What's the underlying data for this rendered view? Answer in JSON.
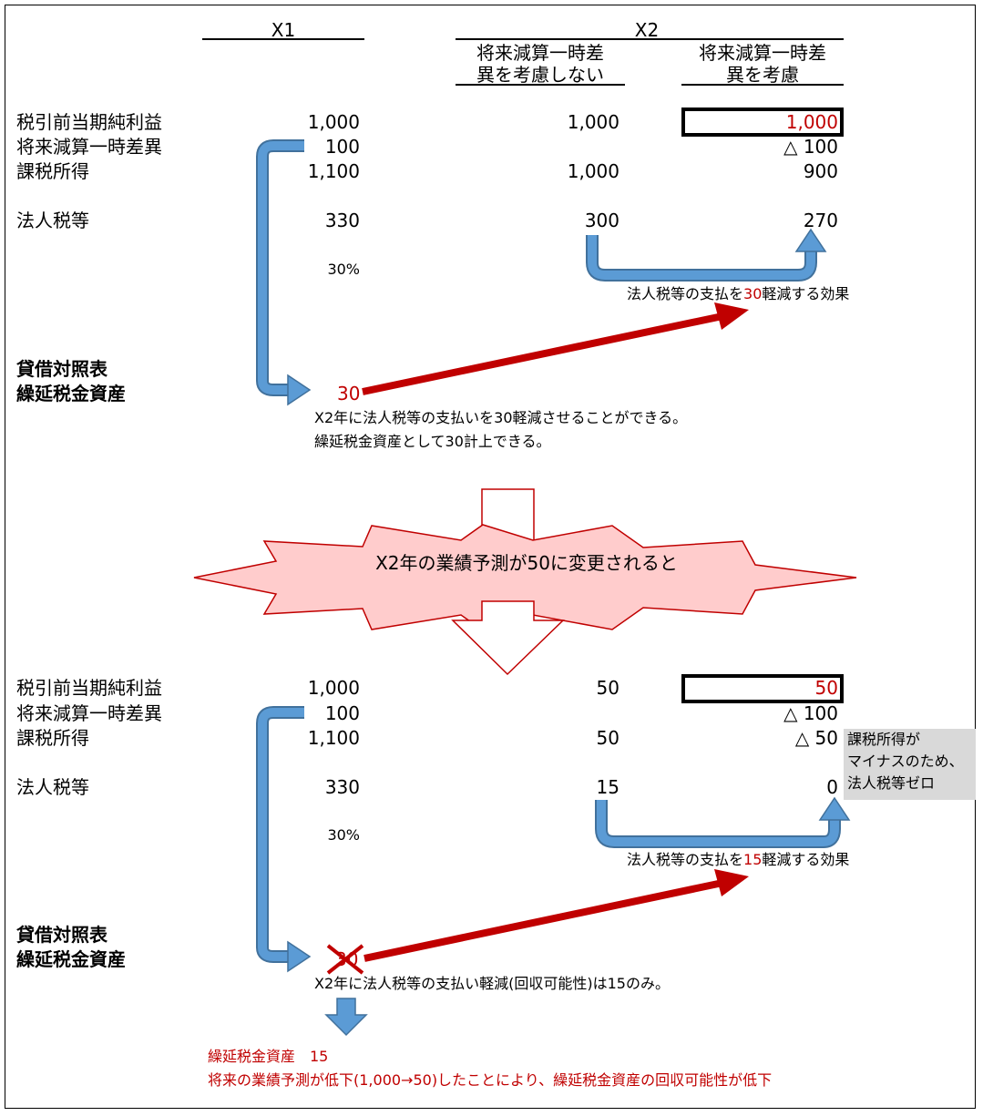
{
  "header": {
    "x1": "X1",
    "x2": "X2",
    "col_without_line1": "将来減算一時差",
    "col_without_line2": "異を考慮しない",
    "col_with_line1": "将来減算一時差",
    "col_with_line2": "異を考慮"
  },
  "top": {
    "labels": [
      "税引前当期純利益",
      "将来減算一時差異",
      "課税所得",
      "法人税等"
    ],
    "x1": [
      "1,000",
      "100",
      "1,100",
      "330"
    ],
    "rate": "30%",
    "without": [
      "1,000",
      "1,000",
      "300"
    ],
    "with": [
      "1,000",
      "△ 100",
      "900",
      "270"
    ],
    "effect_prefix": "法人税等の支払を",
    "effect_amount": "30",
    "effect_suffix": "軽減する効果",
    "bs_label_line1": "貸借対照表",
    "bs_label_line2": "繰延税金資産",
    "dta_value": "30",
    "note_line1": "X2年に法人税等の支払いを30軽減させることができる。",
    "note_line2": "繰延税金資産として30計上できる。"
  },
  "banner": "X2年の業績予測が50に変更されると",
  "bottom": {
    "labels": [
      "税引前当期純利益",
      "将来減算一時差異",
      "課税所得",
      "法人税等"
    ],
    "x1": [
      "1,000",
      "100",
      "1,100",
      "330"
    ],
    "rate": "30%",
    "without": [
      "50",
      "50",
      "15"
    ],
    "with": [
      "50",
      "△ 100",
      "△ 50",
      "0"
    ],
    "gray_note_line1": "課税所得が",
    "gray_note_line2": "マイナスのため、",
    "gray_note_line3": "法人税等ゼロ",
    "effect_prefix": "法人税等の支払を",
    "effect_amount": "15",
    "effect_suffix": "軽減する効果",
    "bs_label_line1": "貸借対照表",
    "bs_label_line2": "繰延税金資産",
    "dta_value": "30",
    "note_line1": "X2年に法人税等の支払い軽減(回収可能性)は15のみ。",
    "result_line1": "繰延税金資産　15",
    "result_line2": "将来の業績予測が低下(1,000→50)したことにより、繰延税金資産の回収可能性が低下"
  },
  "colors": {
    "red": "#c00000",
    "blue_arrow": "#5b9bd5",
    "blue_arrow_outline": "#41719c",
    "banner_fill": "#ffcccc",
    "banner_outline": "#c00000",
    "gray_note": "#d9d9d9"
  }
}
